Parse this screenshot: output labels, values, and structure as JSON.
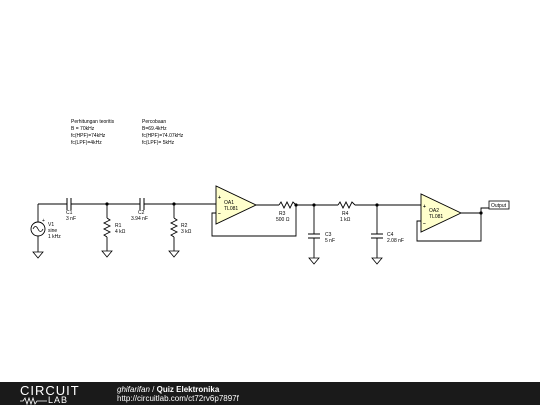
{
  "notes": {
    "theory": {
      "heading": "Perhitungan teoritis",
      "lines": [
        "B = 70kHz",
        "fc(HPF)=74kHz",
        "fc(LPF)=4kHz"
      ]
    },
    "experiment": {
      "heading": "Percobaan",
      "lines": [
        "B=69.4kHz",
        "fc(HPF)=74.07kHz",
        "fc(LPF)= 5kHz"
      ]
    }
  },
  "components": {
    "v1": {
      "name": "V1",
      "type": "sine",
      "value": "1 kHz"
    },
    "c1": {
      "name": "C1",
      "value": "3 nF"
    },
    "c2": {
      "name": "C2",
      "value": "3.94 nF"
    },
    "r1": {
      "name": "R1",
      "value": "4 kΩ"
    },
    "r2": {
      "name": "R2",
      "value": "3 kΩ"
    },
    "oa1": {
      "name": "OA1",
      "model": "TL081"
    },
    "r3": {
      "name": "R3",
      "value": "500 Ω"
    },
    "r4": {
      "name": "R4",
      "value": "1 kΩ"
    },
    "c3": {
      "name": "C3",
      "value": "5 nF"
    },
    "c4": {
      "name": "C4",
      "value": "2.08 nF"
    },
    "oa2": {
      "name": "OA2",
      "model": "TL081"
    },
    "output": {
      "label": "Output"
    }
  },
  "footer": {
    "logo_top": "CIRCUIT",
    "logo_bottom": "LAB",
    "author": "ghifarifan",
    "separator": " / ",
    "title": "Quiz Elektronika",
    "url": "http://circuitlab.com/ct72rv6p7897f"
  }
}
